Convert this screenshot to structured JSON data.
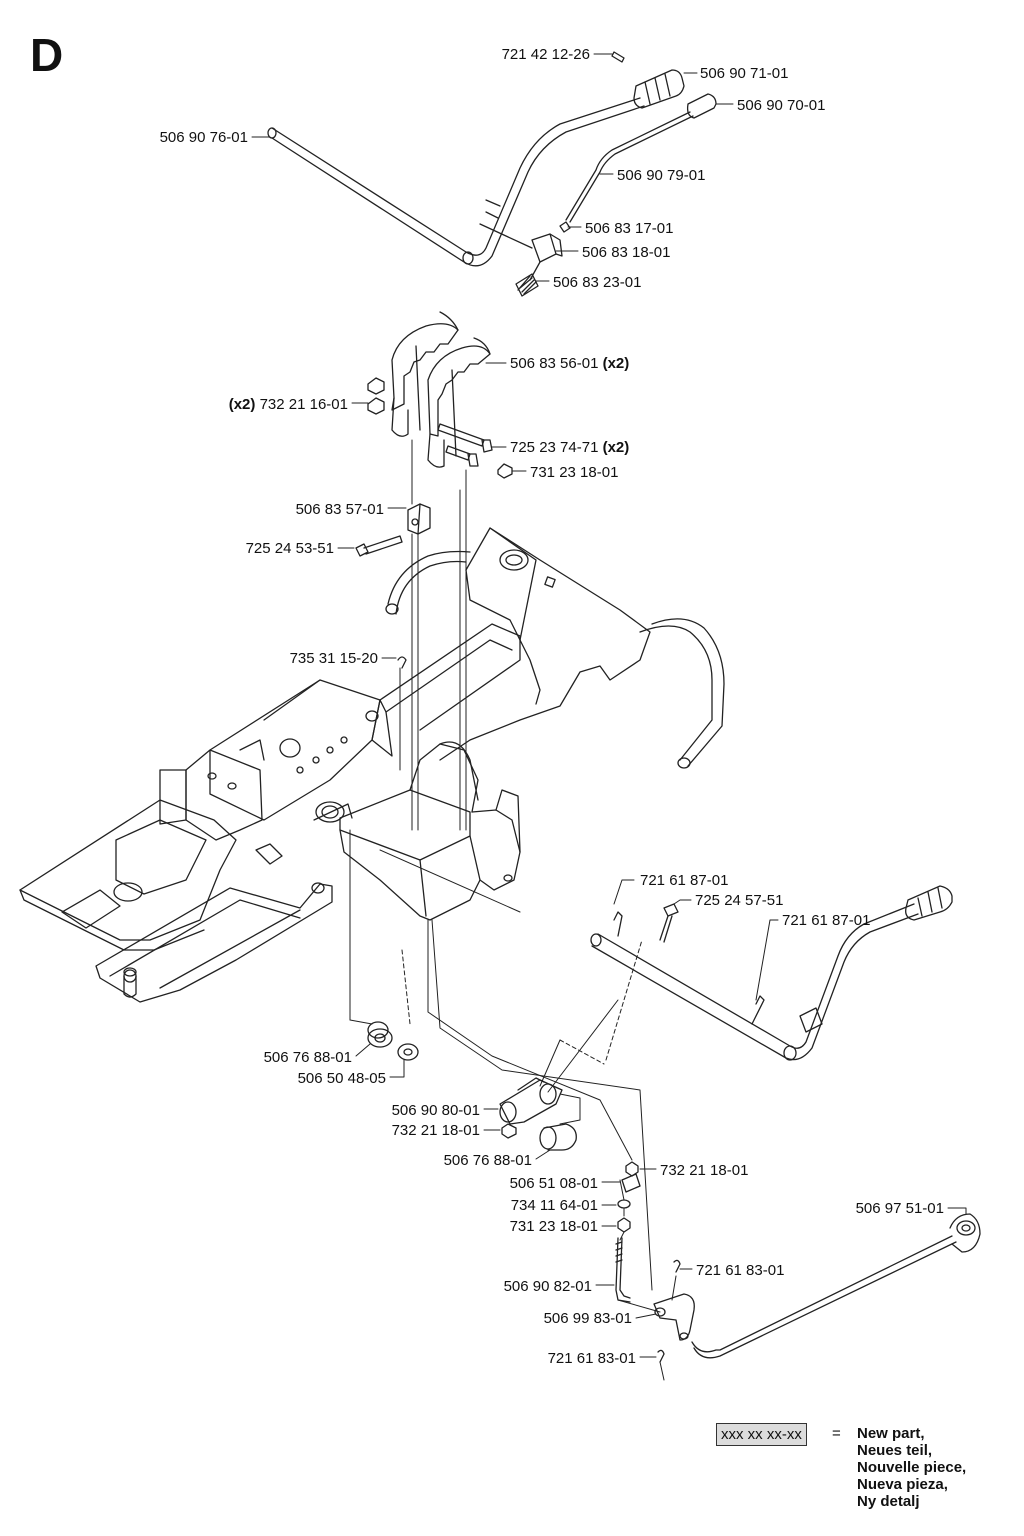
{
  "section_letter": "D",
  "labels": [
    {
      "id": "p1",
      "num": "721 42 12-26",
      "qty": ""
    },
    {
      "id": "p2",
      "num": "506 90 71-01",
      "qty": ""
    },
    {
      "id": "p3",
      "num": "506 90 70-01",
      "qty": ""
    },
    {
      "id": "p4",
      "num": "506 90 76-01",
      "qty": ""
    },
    {
      "id": "p5",
      "num": "506 90 79-01",
      "qty": ""
    },
    {
      "id": "p6",
      "num": "506 83 17-01",
      "qty": ""
    },
    {
      "id": "p7",
      "num": "506 83 18-01",
      "qty": ""
    },
    {
      "id": "p8",
      "num": "506 83 23-01",
      "qty": ""
    },
    {
      "id": "p9",
      "num": "506 83 56-01",
      "qty": "(x2)"
    },
    {
      "id": "p10",
      "num": "732 21 16-01",
      "qty": "(x2)"
    },
    {
      "id": "p11",
      "num": "725 23 74-71",
      "qty": "(x2)"
    },
    {
      "id": "p12",
      "num": "731 23 18-01",
      "qty": ""
    },
    {
      "id": "p13",
      "num": "506 83 57-01",
      "qty": ""
    },
    {
      "id": "p14",
      "num": "725 24 53-51",
      "qty": ""
    },
    {
      "id": "p15",
      "num": "735 31 15-20",
      "qty": ""
    },
    {
      "id": "p16",
      "num": "721 61 87-01",
      "qty": ""
    },
    {
      "id": "p17",
      "num": "725 24 57-51",
      "qty": ""
    },
    {
      "id": "p18",
      "num": "721 61 87-01",
      "qty": ""
    },
    {
      "id": "p19",
      "num": "506 76 88-01",
      "qty": ""
    },
    {
      "id": "p20",
      "num": "506 50 48-05",
      "qty": ""
    },
    {
      "id": "p21",
      "num": "506 90 80-01",
      "qty": ""
    },
    {
      "id": "p22",
      "num": "732 21 18-01",
      "qty": ""
    },
    {
      "id": "p23",
      "num": "506 76 88-01",
      "qty": ""
    },
    {
      "id": "p24",
      "num": "506 51 08-01",
      "qty": ""
    },
    {
      "id": "p25",
      "num": "732 21 18-01",
      "qty": ""
    },
    {
      "id": "p26",
      "num": "734 11 64-01",
      "qty": ""
    },
    {
      "id": "p27",
      "num": "731 23 18-01",
      "qty": ""
    },
    {
      "id": "p28",
      "num": "506 97 51-01",
      "qty": ""
    },
    {
      "id": "p29",
      "num": "721 61 83-01",
      "qty": ""
    },
    {
      "id": "p30",
      "num": "506 90 82-01",
      "qty": ""
    },
    {
      "id": "p31",
      "num": "506 99 83-01",
      "qty": ""
    },
    {
      "id": "p32",
      "num": "721 61 83-01",
      "qty": ""
    }
  ],
  "legend": {
    "code": "xxx xx xx-xx",
    "equals": "=",
    "lines": [
      "New part,",
      "Neues teil,",
      "Nouvelle piece,",
      "Nueva pieza,",
      "Ny detalj"
    ]
  }
}
